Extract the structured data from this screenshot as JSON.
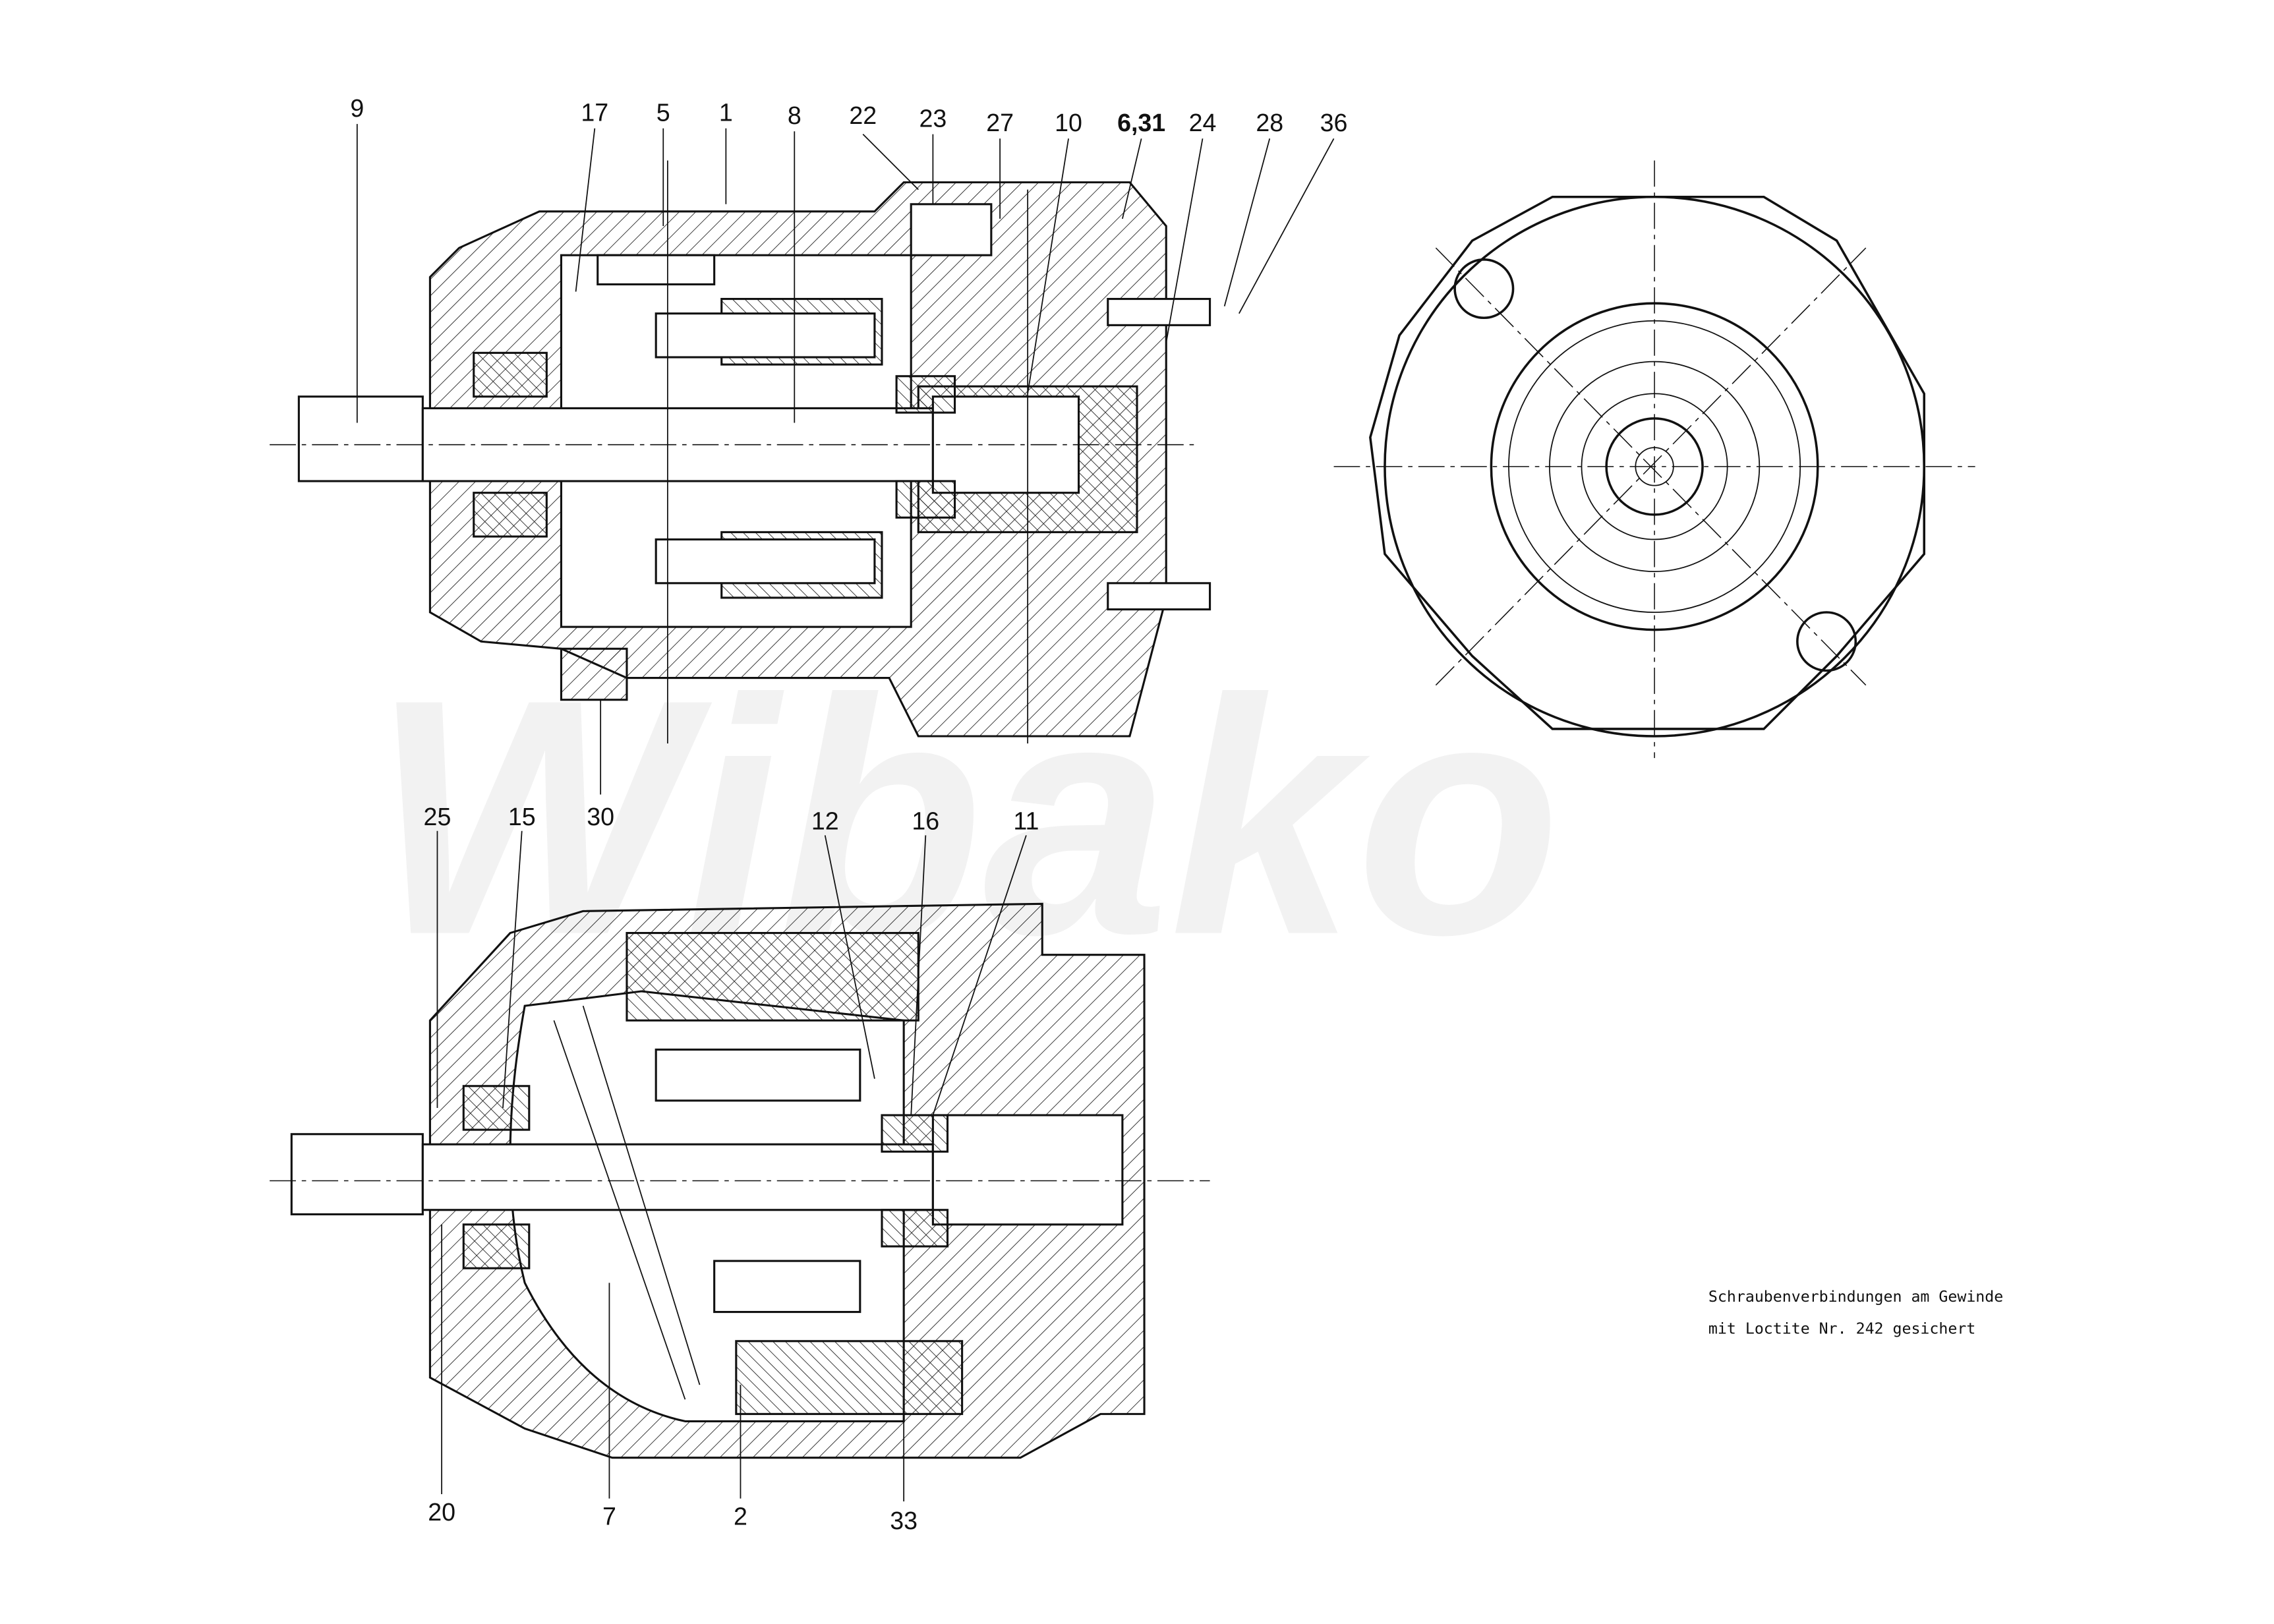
{
  "watermark": "Wibako",
  "top_view_labels": [
    "9",
    "17",
    "5",
    "1",
    "8",
    "22",
    "23",
    "27",
    "10",
    "6,31",
    "24",
    "28",
    "36",
    "30"
  ],
  "bottom_view_labels": [
    "25",
    "15",
    "12",
    "16",
    "11",
    "20",
    "7",
    "2",
    "33"
  ],
  "note": {
    "line1": "Schraubenverbindungen am Gewinde",
    "line2": "mit Loctite Nr. 242 gesichert"
  }
}
